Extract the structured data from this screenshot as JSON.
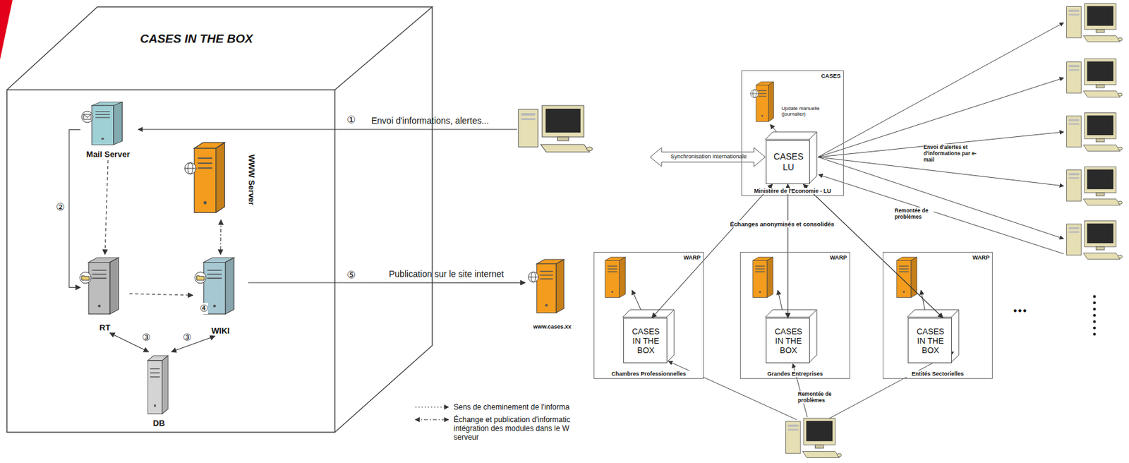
{
  "diagram": {
    "nodes": [
      {
        "text": [
          "CASES IN THE BOX"
        ]
      },
      {
        "text": [
          "Mail Server"
        ],
        "in": 0
      },
      {
        "text": [
          "WWW Server"
        ],
        "in": 0
      },
      {
        "text": [
          "RT"
        ],
        "in": 0
      },
      {
        "text": [
          "WIKI"
        ],
        "in": 0
      },
      {
        "text": [
          "DB"
        ],
        "in": 0
      },
      {
        "text": [
          "www.cases.xx"
        ]
      },
      {
        "text": [
          "CASES",
          "Ministère de l'Economie - LU"
        ]
      },
      {
        "text": [
          "CASES LU"
        ],
        "in": 7
      },
      {
        "text": [
          "WARP",
          "Chambres Professionnelles"
        ]
      },
      {
        "text": [
          "CASES IN THE BOX"
        ],
        "in": 9
      },
      {
        "text": [
          "WARP",
          "Grandes Entreprises"
        ]
      },
      {
        "text": [
          "CASES IN THE BOX"
        ],
        "in": 11
      },
      {
        "text": [
          "WARP",
          "Entités Sectorielles"
        ]
      },
      {
        "text": [
          "CASES IN THE BOX"
        ],
        "in": 13
      }
    ],
    "edges": [
      {
        "from": 1,
        "to": 3,
        "arrow": "to"
      },
      {
        "from": 1,
        "to": 3,
        "arrow": "to"
      },
      {
        "from": 3,
        "to": 4,
        "arrow": "to"
      },
      {
        "from": 2,
        "to": 4,
        "arrow": "both"
      },
      {
        "from": 3,
        "to": 5,
        "arrow": "both"
      },
      {
        "from": 4,
        "to": 5,
        "arrow": "both"
      },
      {
        "from": 4,
        "to": 6,
        "label": "Publication sur le site internet",
        "arrow": "to"
      },
      {
        "from": 8,
        "to": 10,
        "arrow": "both"
      },
      {
        "from": 8,
        "to": 12,
        "label": "Échanges anonymisés et consolidés",
        "arrow": "both"
      },
      {
        "from": 8,
        "to": 14,
        "arrow": "both"
      }
    ],
    "labels": [
      "①",
      "Envoi d'informations, alertes...",
      "②",
      "③",
      "③",
      "④",
      "⑤",
      "Update manuelle (journalier)",
      "Synchronisation Internationale",
      "Envoi d'alertes et d'informations par e-mail",
      "Remontée de problèmes",
      "Remontée de problèmes",
      "•••"
    ],
    "legend": [
      {
        "text": "Sens de cheminement de l'informa"
      },
      {
        "text": "Échange et publication d'informatic intégration des modules dans le W serveur"
      }
    ]
  }
}
